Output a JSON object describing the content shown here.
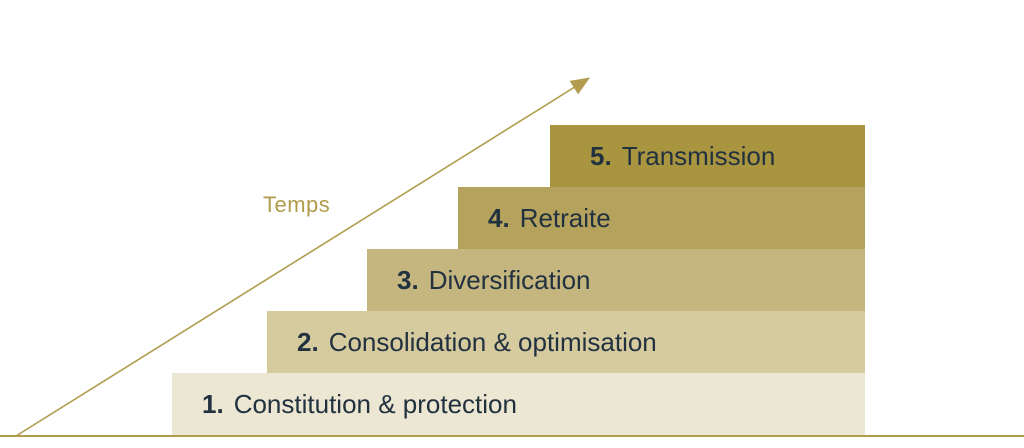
{
  "diagram": {
    "time_label": "Temps",
    "steps": [
      {
        "number": "1.",
        "label": "Constitution & protection",
        "color": "#ece7d2"
      },
      {
        "number": "2.",
        "label": "Consolidation & optimisation",
        "color": "#d5cb9f"
      },
      {
        "number": "3.",
        "label": "Diversification",
        "color": "#c4b67e"
      },
      {
        "number": "4.",
        "label": "Retraite",
        "color": "#b5a35d"
      },
      {
        "number": "5.",
        "label": "Transmission",
        "color": "#a99540"
      }
    ],
    "colors": {
      "arrow": "#b09c4c",
      "baseline": "#b09c4c",
      "text": "#22313f"
    }
  }
}
